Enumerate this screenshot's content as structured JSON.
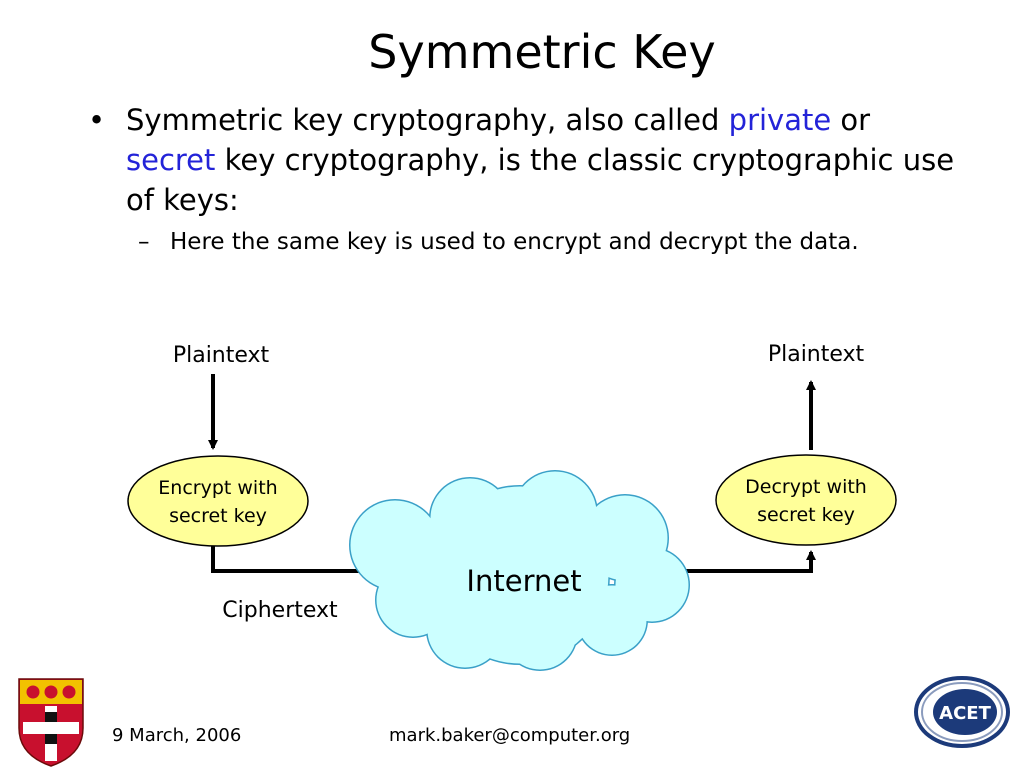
{
  "slide": {
    "title": "Symmetric Key",
    "bullets": [
      {
        "marker": "•",
        "parts": [
          {
            "text": "Symmetric key cryptography, also called ",
            "accent": false
          },
          {
            "text": "private",
            "accent": true
          },
          {
            "text": " or ",
            "accent": false
          },
          {
            "text": "secret",
            "accent": true
          },
          {
            "text": " key cryptography, is the classic cryptographic use of keys:",
            "accent": false
          }
        ],
        "sub": [
          {
            "marker": "–",
            "text": "Here the same key is used to encrypt and decrypt the data."
          }
        ]
      }
    ]
  },
  "diagram": {
    "plaintext_left": "Plaintext",
    "plaintext_right": "Plaintext",
    "encrypt_line1": "Encrypt with",
    "encrypt_line2": "secret key",
    "decrypt_line1": "Decrypt with",
    "decrypt_line2": "secret key",
    "internet": "Internet",
    "ciphertext": "Ciphertext"
  },
  "footer": {
    "date": "9 March, 2006",
    "email": "mark.baker@computer.org",
    "acet_logo_text": "ACET"
  },
  "colors": {
    "accent": "#2323d8",
    "ellipse_fill": "#ffff99",
    "cloud_fill": "#ccffff",
    "cloud_stroke": "#3aa0c8",
    "crest_red": "#c8102e",
    "crest_gold": "#f2c200",
    "acet_blue": "#1c3a7a"
  }
}
